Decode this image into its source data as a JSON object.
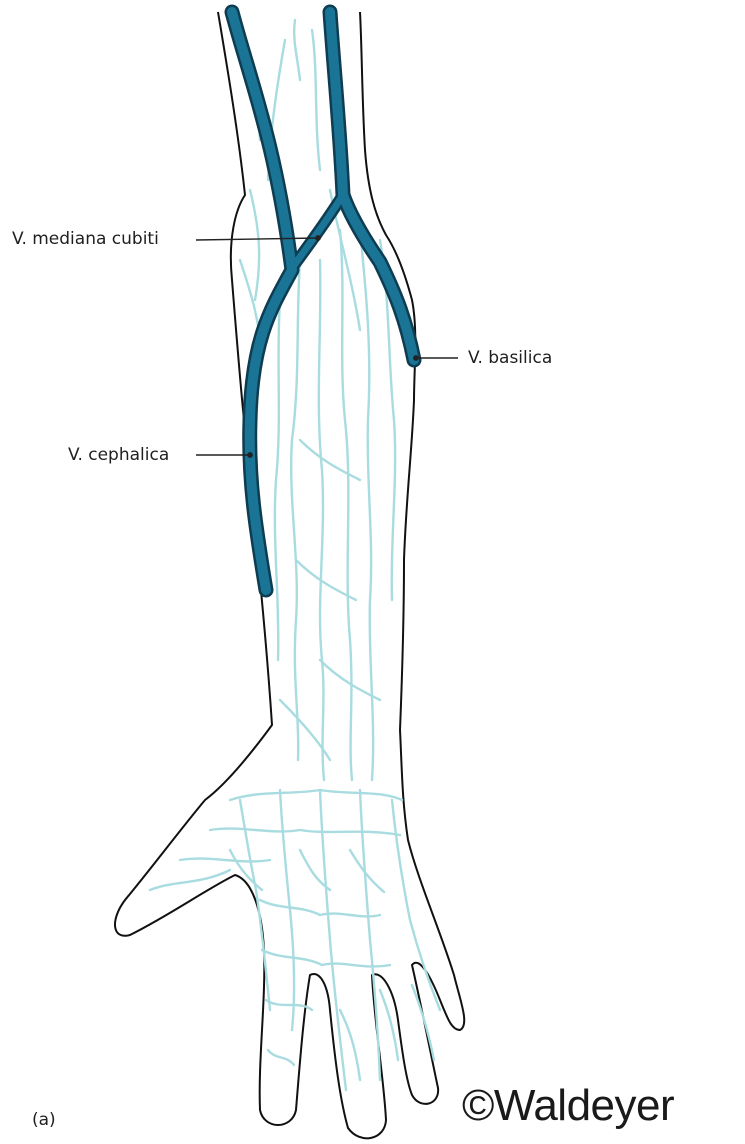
{
  "labels": {
    "mediana": "V. mediana cubiti",
    "basilica": "V. basilica",
    "cephalica": "V. cephalica"
  },
  "panel": "(a)",
  "copyright": "©Waldeyer",
  "colors": {
    "major_vein": "#1a7496",
    "major_vein_outline": "#0e3c50",
    "minor_vein": "#a8dce0",
    "outline": "#111111",
    "leader": "#222222"
  }
}
